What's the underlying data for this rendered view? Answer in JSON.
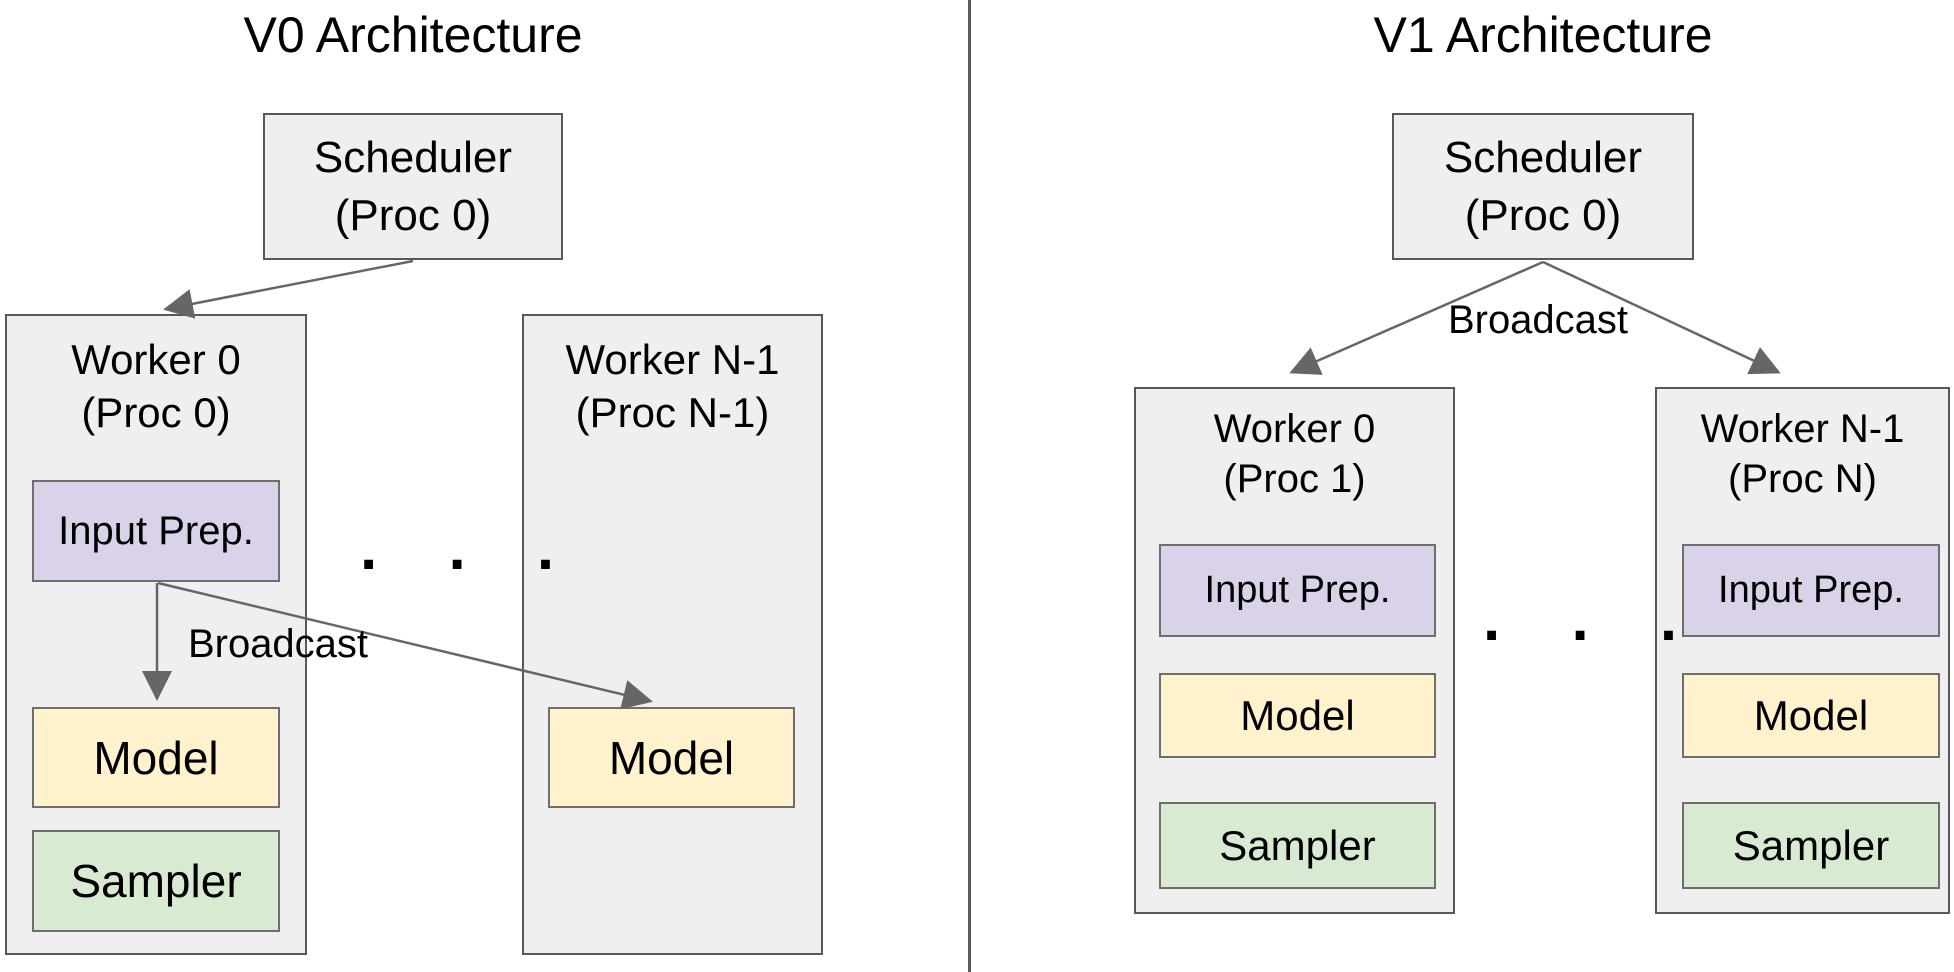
{
  "v0": {
    "title": "V0 Architecture",
    "scheduler": {
      "name": "Scheduler",
      "proc": "(Proc 0)"
    },
    "broadcast_label": "Broadcast",
    "ellipsis": ". . .",
    "worker0": {
      "name": "Worker 0",
      "proc": "(Proc 0)",
      "input_prep": "Input Prep.",
      "model": "Model",
      "sampler": "Sampler"
    },
    "workerN": {
      "name": "Worker N-1",
      "proc": "(Proc N-1)",
      "model": "Model"
    }
  },
  "v1": {
    "title": "V1 Architecture",
    "scheduler": {
      "name": "Scheduler",
      "proc": "(Proc 0)"
    },
    "broadcast_label": "Broadcast",
    "ellipsis": ". . .",
    "worker0": {
      "name": "Worker 0",
      "proc": "(Proc 1)",
      "input_prep": "Input Prep.",
      "model": "Model",
      "sampler": "Sampler"
    },
    "workerN": {
      "name": "Worker N-1",
      "proc": "(Proc N)",
      "input_prep": "Input Prep.",
      "model": "Model",
      "sampler": "Sampler"
    }
  },
  "colors": {
    "box_fill_gray": "#efefef",
    "box_border_gray": "#58585a",
    "input_prep_fill": "#d9d2e9",
    "model_fill": "#fff2cc",
    "sampler_fill": "#d9ead3",
    "arrow_gray": "#666666",
    "text": "#000000",
    "background": "#ffffff"
  }
}
